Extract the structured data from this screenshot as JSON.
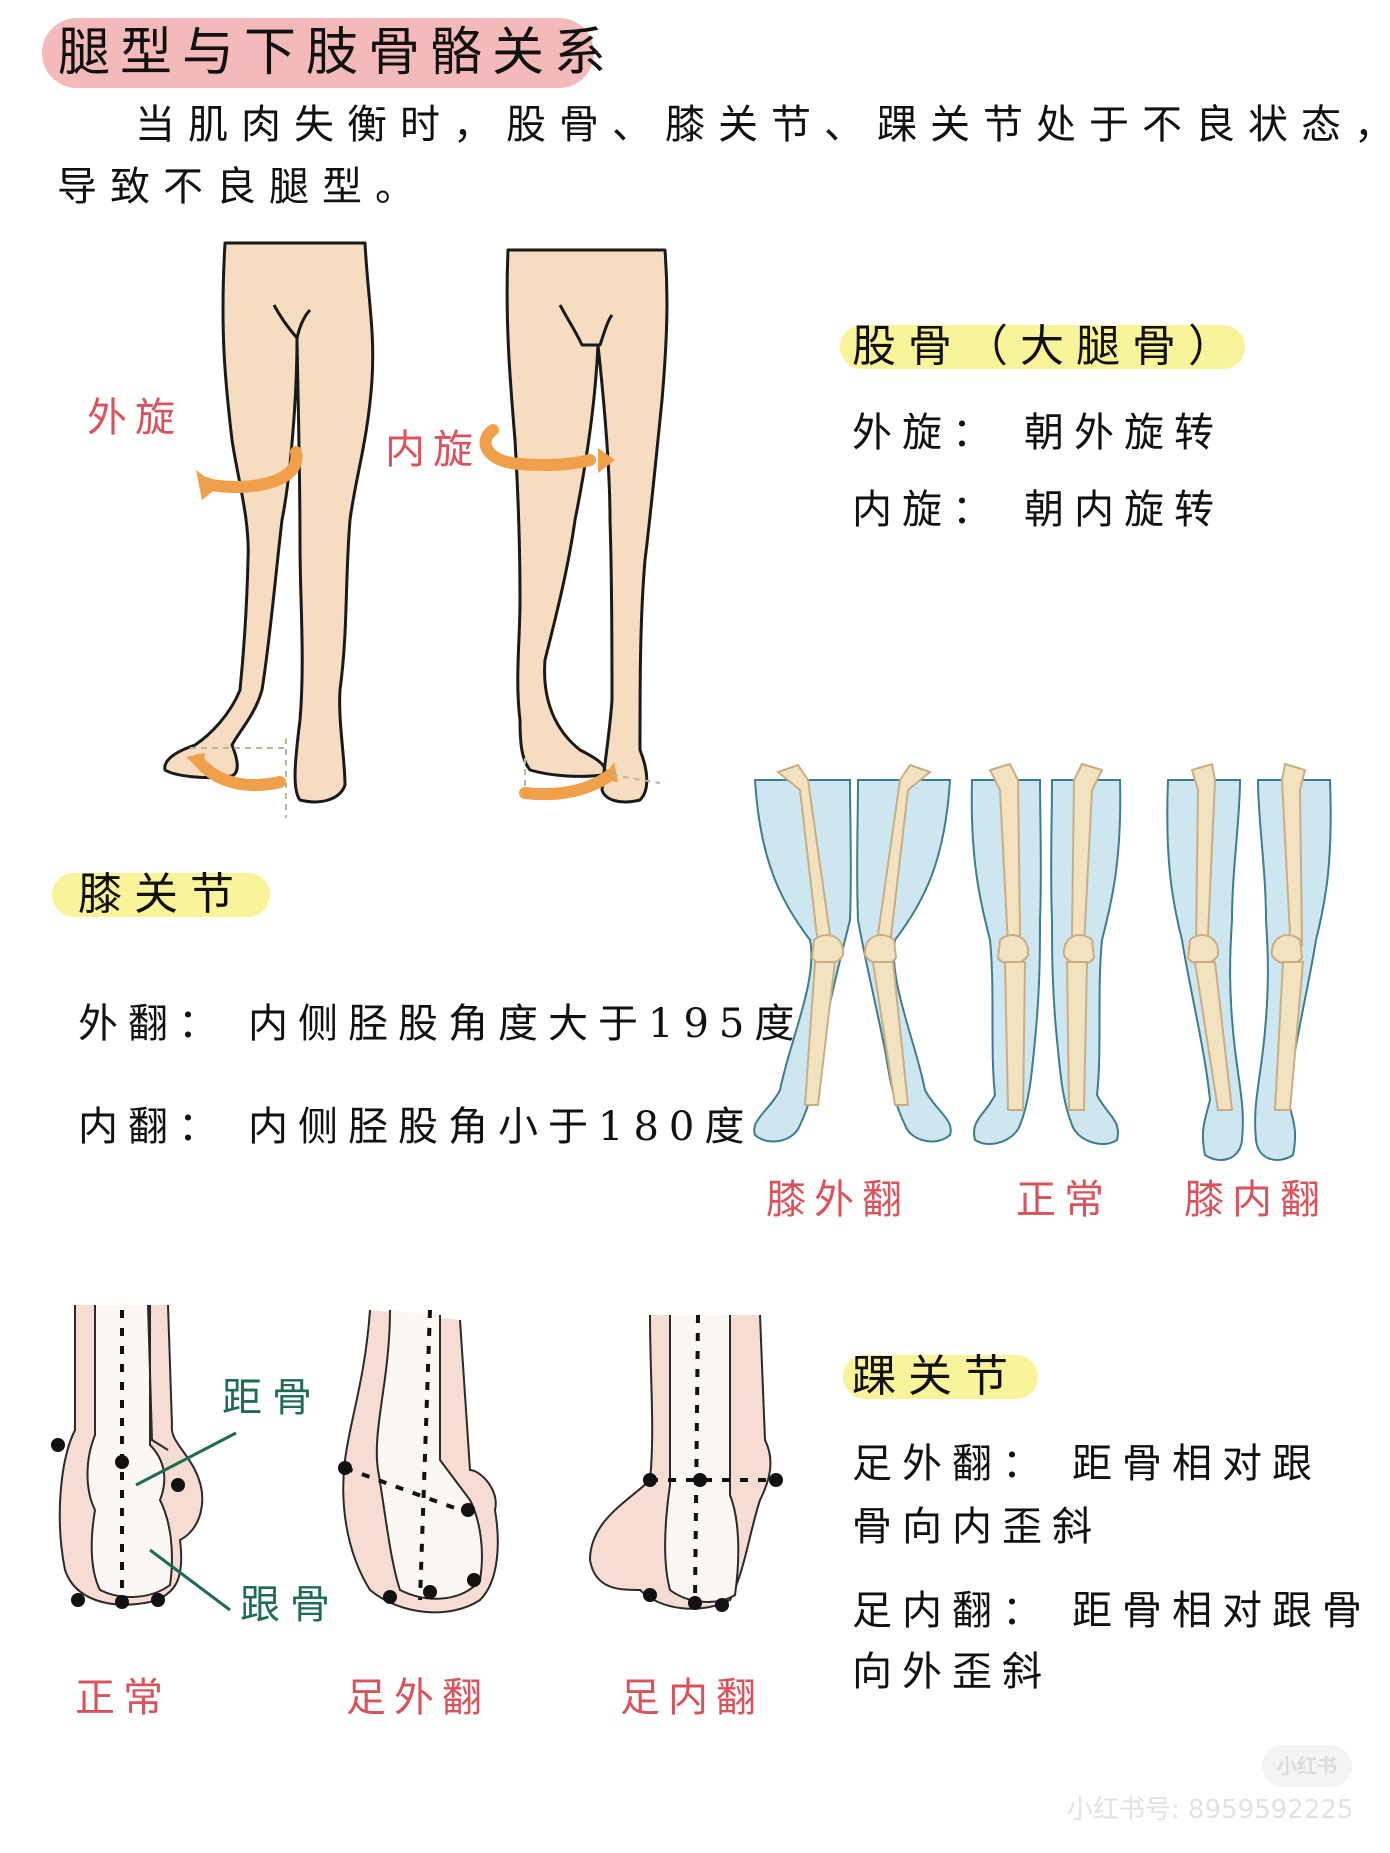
{
  "title": "腿型与下肢骨骼关系",
  "intro": {
    "line1": "当肌肉失衡时，股骨、膝关节、踝关节处于不良状态，",
    "line2": "导致不良腿型。"
  },
  "femur": {
    "heading": "股骨（大腿骨）",
    "items": [
      {
        "term": "外旋：",
        "desc": "朝外旋转"
      },
      {
        "term": "内旋：",
        "desc": "朝内旋转"
      }
    ],
    "figure_labels": {
      "external": "外旋",
      "internal": "内旋"
    }
  },
  "knee": {
    "heading": "膝关节",
    "items": [
      {
        "term": "外翻：",
        "desc": "内侧胫股角度大于195度"
      },
      {
        "term": "内翻：",
        "desc": "内侧胫股角小于180度"
      }
    ],
    "figure_labels": [
      "膝外翻",
      "正常",
      "膝内翻"
    ]
  },
  "ankle": {
    "heading": "踝关节",
    "items": [
      {
        "term": "足外翻：",
        "desc_line1": "距骨相对跟",
        "desc_line2": "骨向内歪斜"
      },
      {
        "term": "足内翻：",
        "desc_line1": "距骨相对跟骨",
        "desc_line2": "向外歪斜"
      }
    ],
    "bone_labels": {
      "talus": "距骨",
      "calcaneus": "跟骨"
    },
    "figure_labels": [
      "正常",
      "足外翻",
      "足内翻"
    ]
  },
  "watermark": {
    "badge": "小红书",
    "account": "小红书号: 8959592225"
  },
  "colors": {
    "title_pill": "#f4b9b9",
    "highlight_yellow": "#f9f39a",
    "label_red": "#d9535c",
    "label_green": "#1f6b55",
    "arrow_orange": "#f0a04b",
    "skin": "#f6dcc0",
    "leg_blue": "#cde6f0",
    "bone": "#f2e2c0"
  }
}
